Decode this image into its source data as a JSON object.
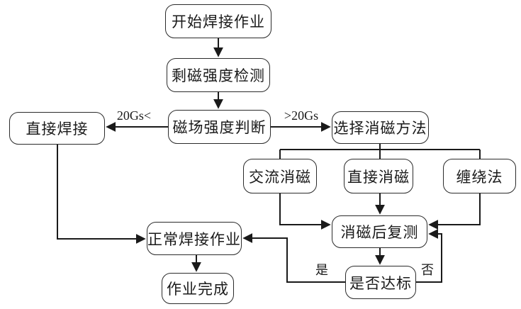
{
  "diagram": {
    "type": "flowchart",
    "nodes": {
      "start": {
        "label": "开始焊接作业"
      },
      "detect": {
        "label": "剩磁强度检测"
      },
      "judge": {
        "label": "磁场强度判断"
      },
      "direct_weld": {
        "label": "直接焊接"
      },
      "select_method": {
        "label": "选择消磁方法"
      },
      "ac_demag": {
        "label": "交流消磁"
      },
      "direct_demag": {
        "label": "直接消磁"
      },
      "winding": {
        "label": "缠绕法"
      },
      "retest": {
        "label": "消磁后复测"
      },
      "normal_weld": {
        "label": "正常焊接作业"
      },
      "check": {
        "label": "是否达标"
      },
      "done": {
        "label": "作业完成"
      }
    },
    "edge_labels": {
      "less_than_20gs": "20Gs<",
      "greater_than_20gs": ">20Gs",
      "yes": "是",
      "no": "否"
    },
    "colors": {
      "line": "#1a1a1a",
      "box_border": "#2b2b2b",
      "box_fill": "#ffffff",
      "background": "#ffffff",
      "text": "#1a1a1a"
    }
  }
}
